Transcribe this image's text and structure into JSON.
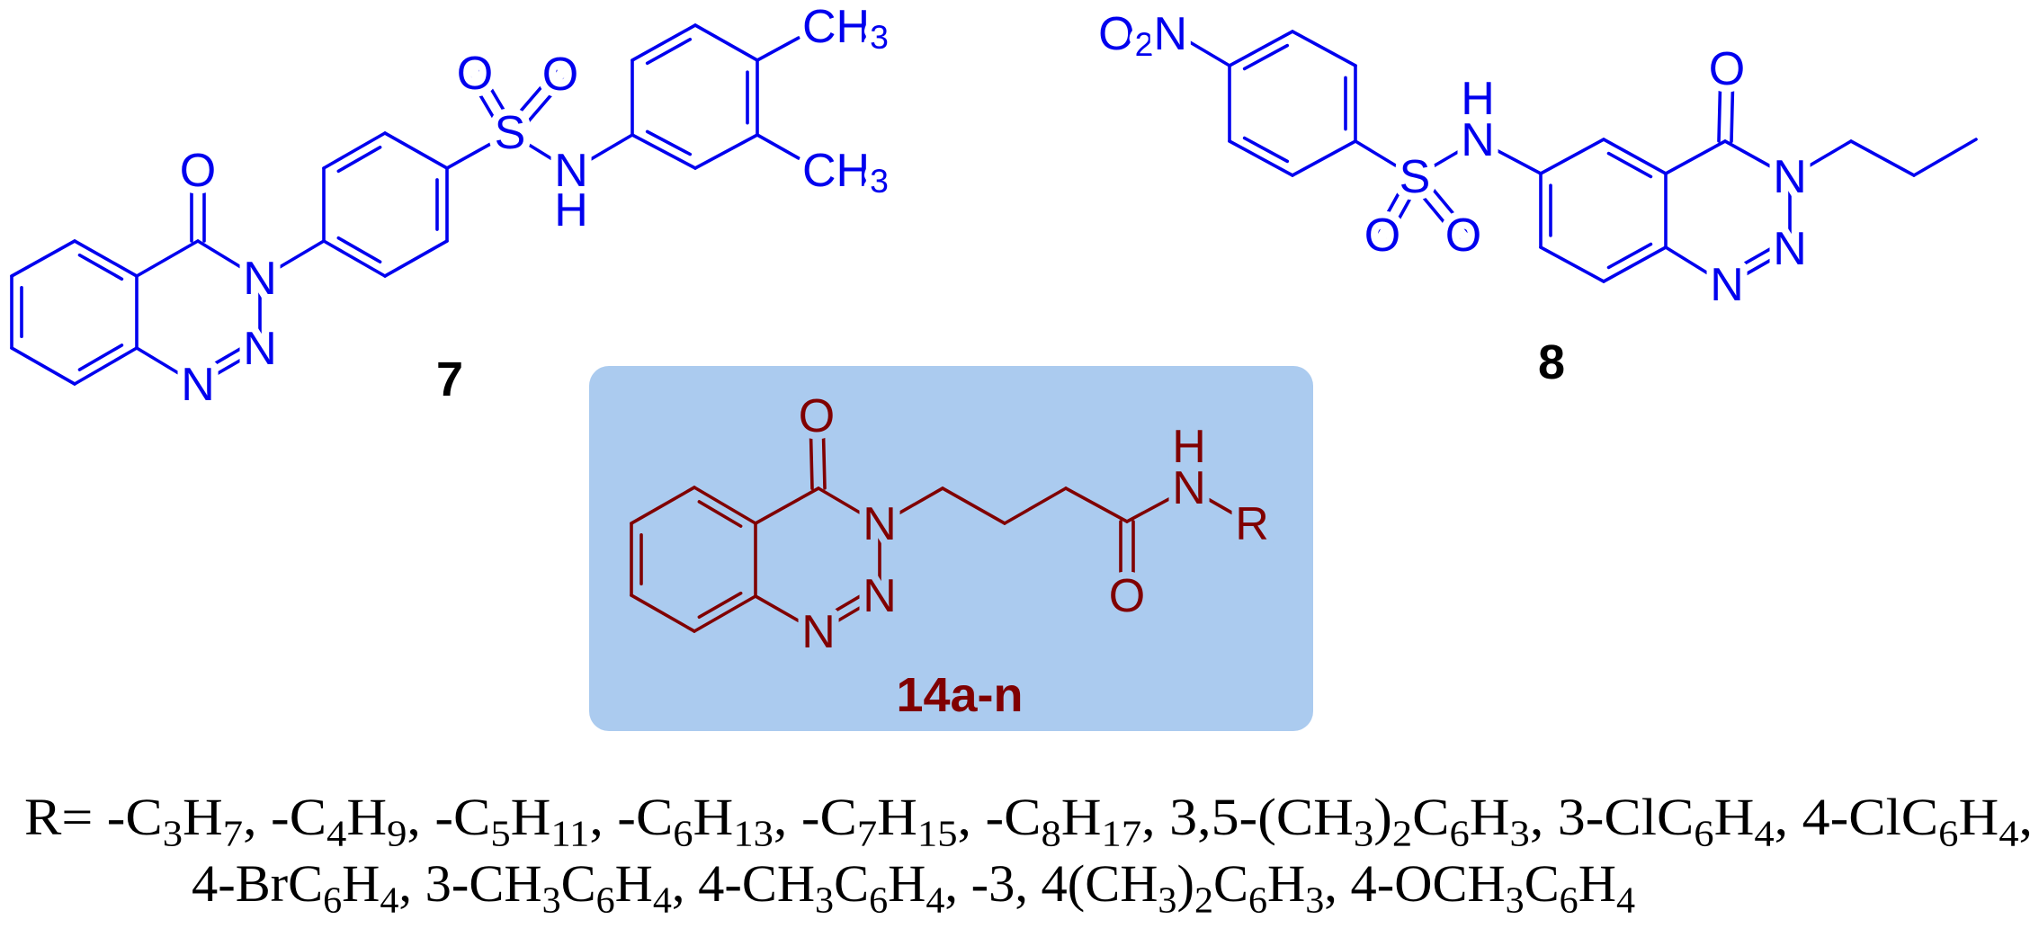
{
  "colors": {
    "scaffold_references": "#0000ee",
    "target_series": "#800000",
    "target_box": "#abcbef",
    "labels": "#000000"
  },
  "compound_7": {
    "label": "7",
    "carbonyl_O": "O",
    "N1": "N",
    "N2": "N",
    "N3": "N",
    "S": "S",
    "sulfonyl_O1": "O",
    "sulfonyl_O2": "O",
    "NH_N": "N",
    "NH_H": "H",
    "methyl_top": "CH_{3}",
    "methyl_bottom": "CH_{3}"
  },
  "compound_8": {
    "label": "8",
    "nitro": "O_{2}N",
    "S": "S",
    "sulfonyl_O1": "O",
    "sulfonyl_O2": "O",
    "NH_N": "N",
    "NH_H": "H",
    "carbonyl_O": "O",
    "N1": "N",
    "N2": "N",
    "N3": "N"
  },
  "compound_14": {
    "label": "14a-n",
    "carbonyl_O": "O",
    "N1": "N",
    "N2": "N",
    "N3": "N",
    "amide_O": "O",
    "amide_N": "N",
    "amide_H": "H",
    "R": "R"
  },
  "substituents": {
    "line1": "R= -C_{3}H_{7}, -C_{4}H_{9}, -C_{5}H_{11}, -C_{6}H_{13}, -C_{7}H_{15}, -C_{8}H_{17}, 3,5-(CH_{3})_{2}C_{6}H_{3}, 3-ClC_{6}H_{4}, 4-ClC_{6}H_{4},",
    "line2": "4-BrC_{6}H_{4}, 3-CH_{3}C_{6}H_{4}, 4-CH_{3}C_{6}H_{4}, -3, 4(CH_{3})_{2}C_{6}H_{3}, 4-OCH_{3}C_{6}H_{4}"
  }
}
